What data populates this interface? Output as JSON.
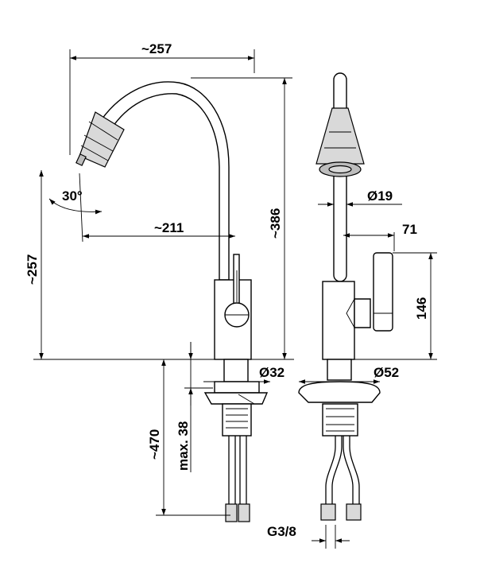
{
  "dimensions": {
    "width_total": "~257",
    "spout_reach": "~211",
    "height_total": "~386",
    "spout_height": "~257",
    "tilt_angle": "30°",
    "shank_length": "~470",
    "max_thickness": "max. 38",
    "base_diameter": "Ø32",
    "hose_diameter": "Ø19",
    "lever_length": "71",
    "lever_height": "146",
    "flange_diameter": "Ø52",
    "connection_thread": "G3/8"
  },
  "colors": {
    "line": "#000000",
    "shade": "#d9d9d9",
    "background": "#ffffff"
  }
}
